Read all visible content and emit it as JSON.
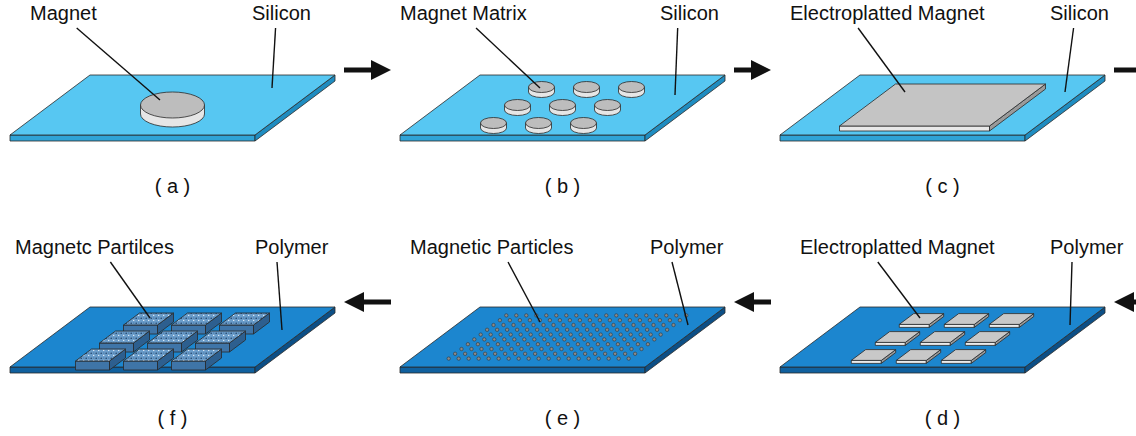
{
  "diagram": {
    "nodes": [
      {
        "text": [
          "( a )"
        ]
      },
      {
        "text": [
          "( b )"
        ]
      },
      {
        "text": [
          "( c )"
        ]
      },
      {
        "text": [
          "( f )"
        ]
      },
      {
        "text": [
          "( e )"
        ]
      },
      {
        "text": [
          "( d )"
        ]
      }
    ],
    "edges": [
      {
        "from": 0,
        "to": 1,
        "arrow": "to"
      },
      {
        "from": 1,
        "to": 2,
        "arrow": "to"
      },
      {
        "from": 2,
        "to": 5,
        "arrow": "to"
      },
      {
        "from": 5,
        "to": 4,
        "arrow": "to"
      },
      {
        "from": 4,
        "to": 3,
        "arrow": "to"
      }
    ],
    "labels": [
      "Magnet",
      "Silicon",
      "Magnet Matrix",
      "Silicon",
      "Electroplatted Magnet",
      "Silicon",
      "Magnetc Partilces",
      "Polymer",
      "Magnetic Particles",
      "Polymer",
      "Electroplatted Magnet",
      "Polymer"
    ]
  }
}
